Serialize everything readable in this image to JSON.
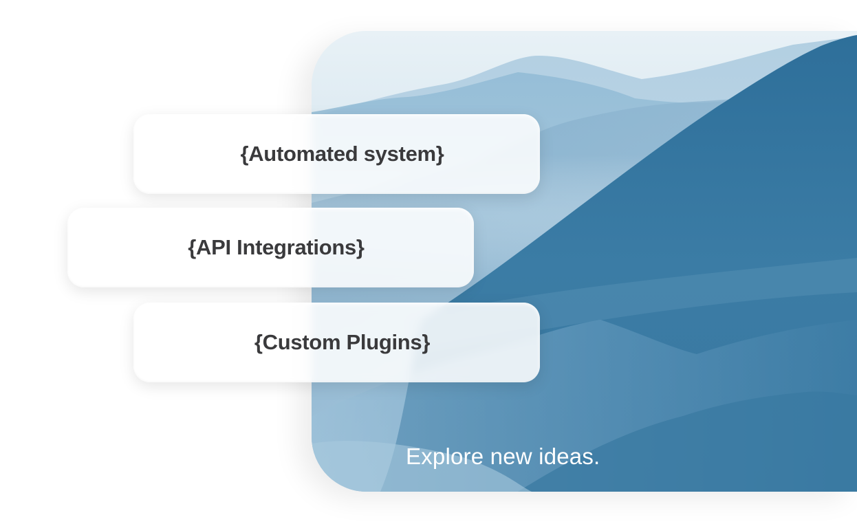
{
  "hero": {
    "image_description": "misty blue mountain ridges",
    "caption": "Explore new ideas.",
    "colors": {
      "sky_top": "#e7f0f5",
      "ridge_far": "#b7d2e4",
      "ridge_mid": "#8ab4d0",
      "ridge_near": "#2f6f99",
      "caption_text": "#ffffff"
    }
  },
  "cards": [
    {
      "label": "{Automated system}"
    },
    {
      "label": "{API Integrations}"
    },
    {
      "label": "{Custom Plugins}"
    }
  ],
  "theme": {
    "card_text": "#3a3a3c",
    "card_background": "#ffffff"
  }
}
